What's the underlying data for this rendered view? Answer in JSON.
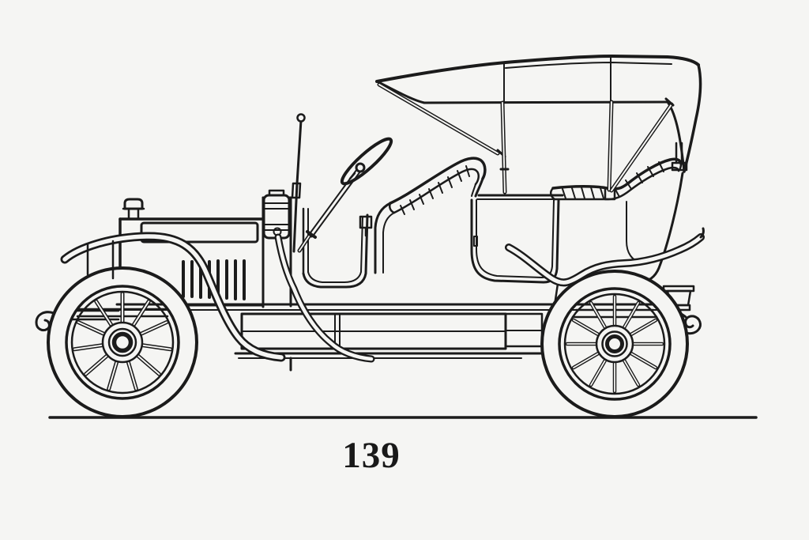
{
  "figure": {
    "caption": "139",
    "subject": "Antique touring car with folding canopy top, side-view line drawing",
    "background_color": "#f5f5f3",
    "ink_color": "#1b1b1b",
    "caption_color": "#191919",
    "parts": [
      "canopy-top",
      "canopy-bows",
      "front-wheel",
      "rear-wheel",
      "hood",
      "engine-louvers",
      "radiator-cap",
      "cowl-lamp",
      "front-fender",
      "rear-fender",
      "running-board",
      "chassis-frame",
      "front-spring-curl",
      "rear-spring-curl",
      "steering-wheel",
      "steering-column",
      "hand-lever",
      "front-seat",
      "rear-seat",
      "rear-door-panel",
      "ground-line"
    ]
  }
}
